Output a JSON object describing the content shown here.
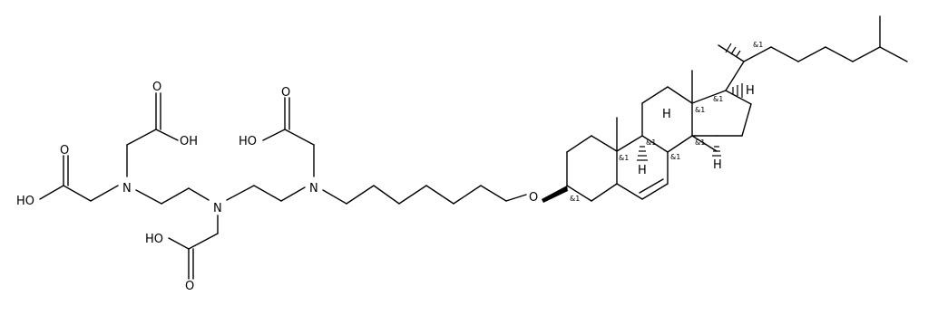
{
  "atom_labels": {
    "O": "O",
    "OH": "OH",
    "HO": "HO",
    "N": "N",
    "H": "H"
  },
  "stereo_label": "&1",
  "colors": {
    "ink": "#000000",
    "background": "#ffffff"
  }
}
